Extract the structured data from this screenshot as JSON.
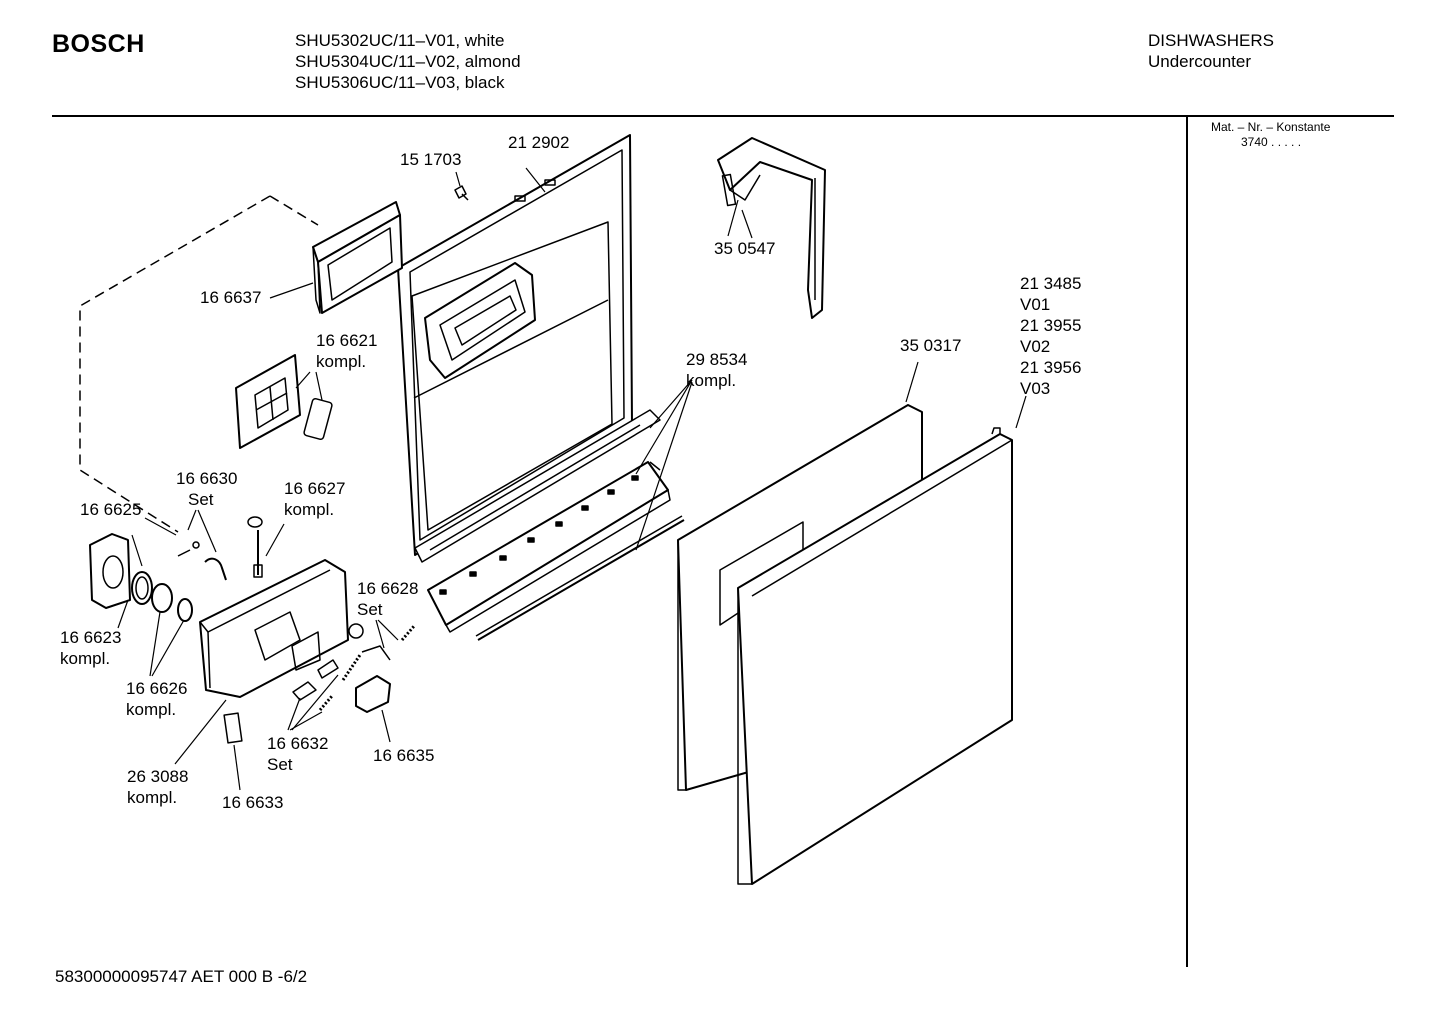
{
  "header": {
    "brand": "BOSCH",
    "models": [
      "SHU5302UC/11–V01, white",
      "SHU5304UC/11–V02, almond",
      "SHU5306UC/11–V03, black"
    ],
    "category": "DISHWASHERS",
    "subcategory": "Undercounter"
  },
  "side_panel": {
    "heading": "Mat. – Nr. – Konstante",
    "value": "3740 . . . . ."
  },
  "parts": {
    "p212902": "21 2902",
    "p151703": "15 1703",
    "p350547": "35 0547",
    "p166637": "16 6637",
    "p166621": "16 6621",
    "p166621_note": "kompl.",
    "p298534": "29 8534",
    "p298534_note": "kompl.",
    "p350317": "35 0317",
    "p213485": "21 3485",
    "v01": "V01",
    "p213955": "21 3955",
    "v02": "V02",
    "p213956": "21 3956",
    "v03": "V03",
    "p166630": "16 6630",
    "p166630_note": "Set",
    "p166627": "16 6627",
    "p166627_note": "kompl.",
    "p166625": "16 6625",
    "p166628": "16 6628",
    "p166628_note": "Set",
    "p166623": "16 6623",
    "p166623_note": "kompl.",
    "p166626": "16 6626",
    "p166626_note": "kompl.",
    "p166632": "16 6632",
    "p166632_note": "Set",
    "p166635": "16 6635",
    "p263088": "26 3088",
    "p263088_note": "kompl.",
    "p166633": "16 6633"
  },
  "footer": {
    "code": "58300000095747 AET 000 B  -6/2"
  }
}
